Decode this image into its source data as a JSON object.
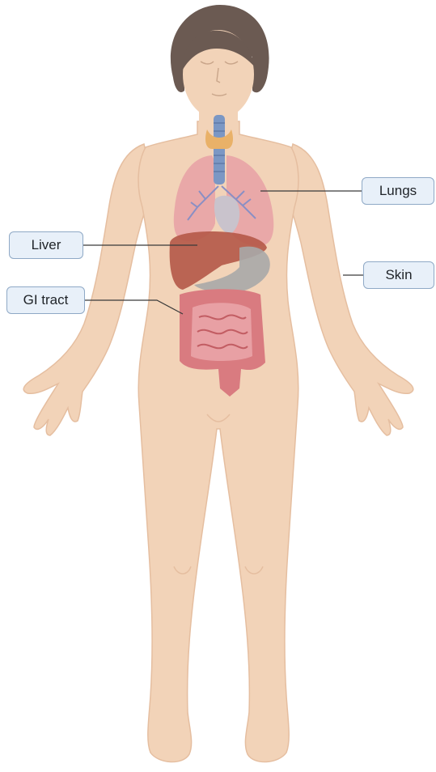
{
  "labels": {
    "lungs": "Lungs",
    "skin": "Skin",
    "liver": "Liver",
    "gi_tract": "GI tract"
  },
  "colors": {
    "skin": "#f2d3b8",
    "skin_shadow": "#e5bea0",
    "hair": "#6b5a52",
    "lungs": "#e8a3a6",
    "liver": "#b55a4a",
    "stomach": "#a9a9a9",
    "intestines": "#d97b80",
    "trachea": "#7b97c4",
    "thyroid": "#e9b168",
    "callout_fill": "#e8f0f9",
    "callout_border": "#8fa9c6",
    "leader_line": "#3a3a3a"
  }
}
